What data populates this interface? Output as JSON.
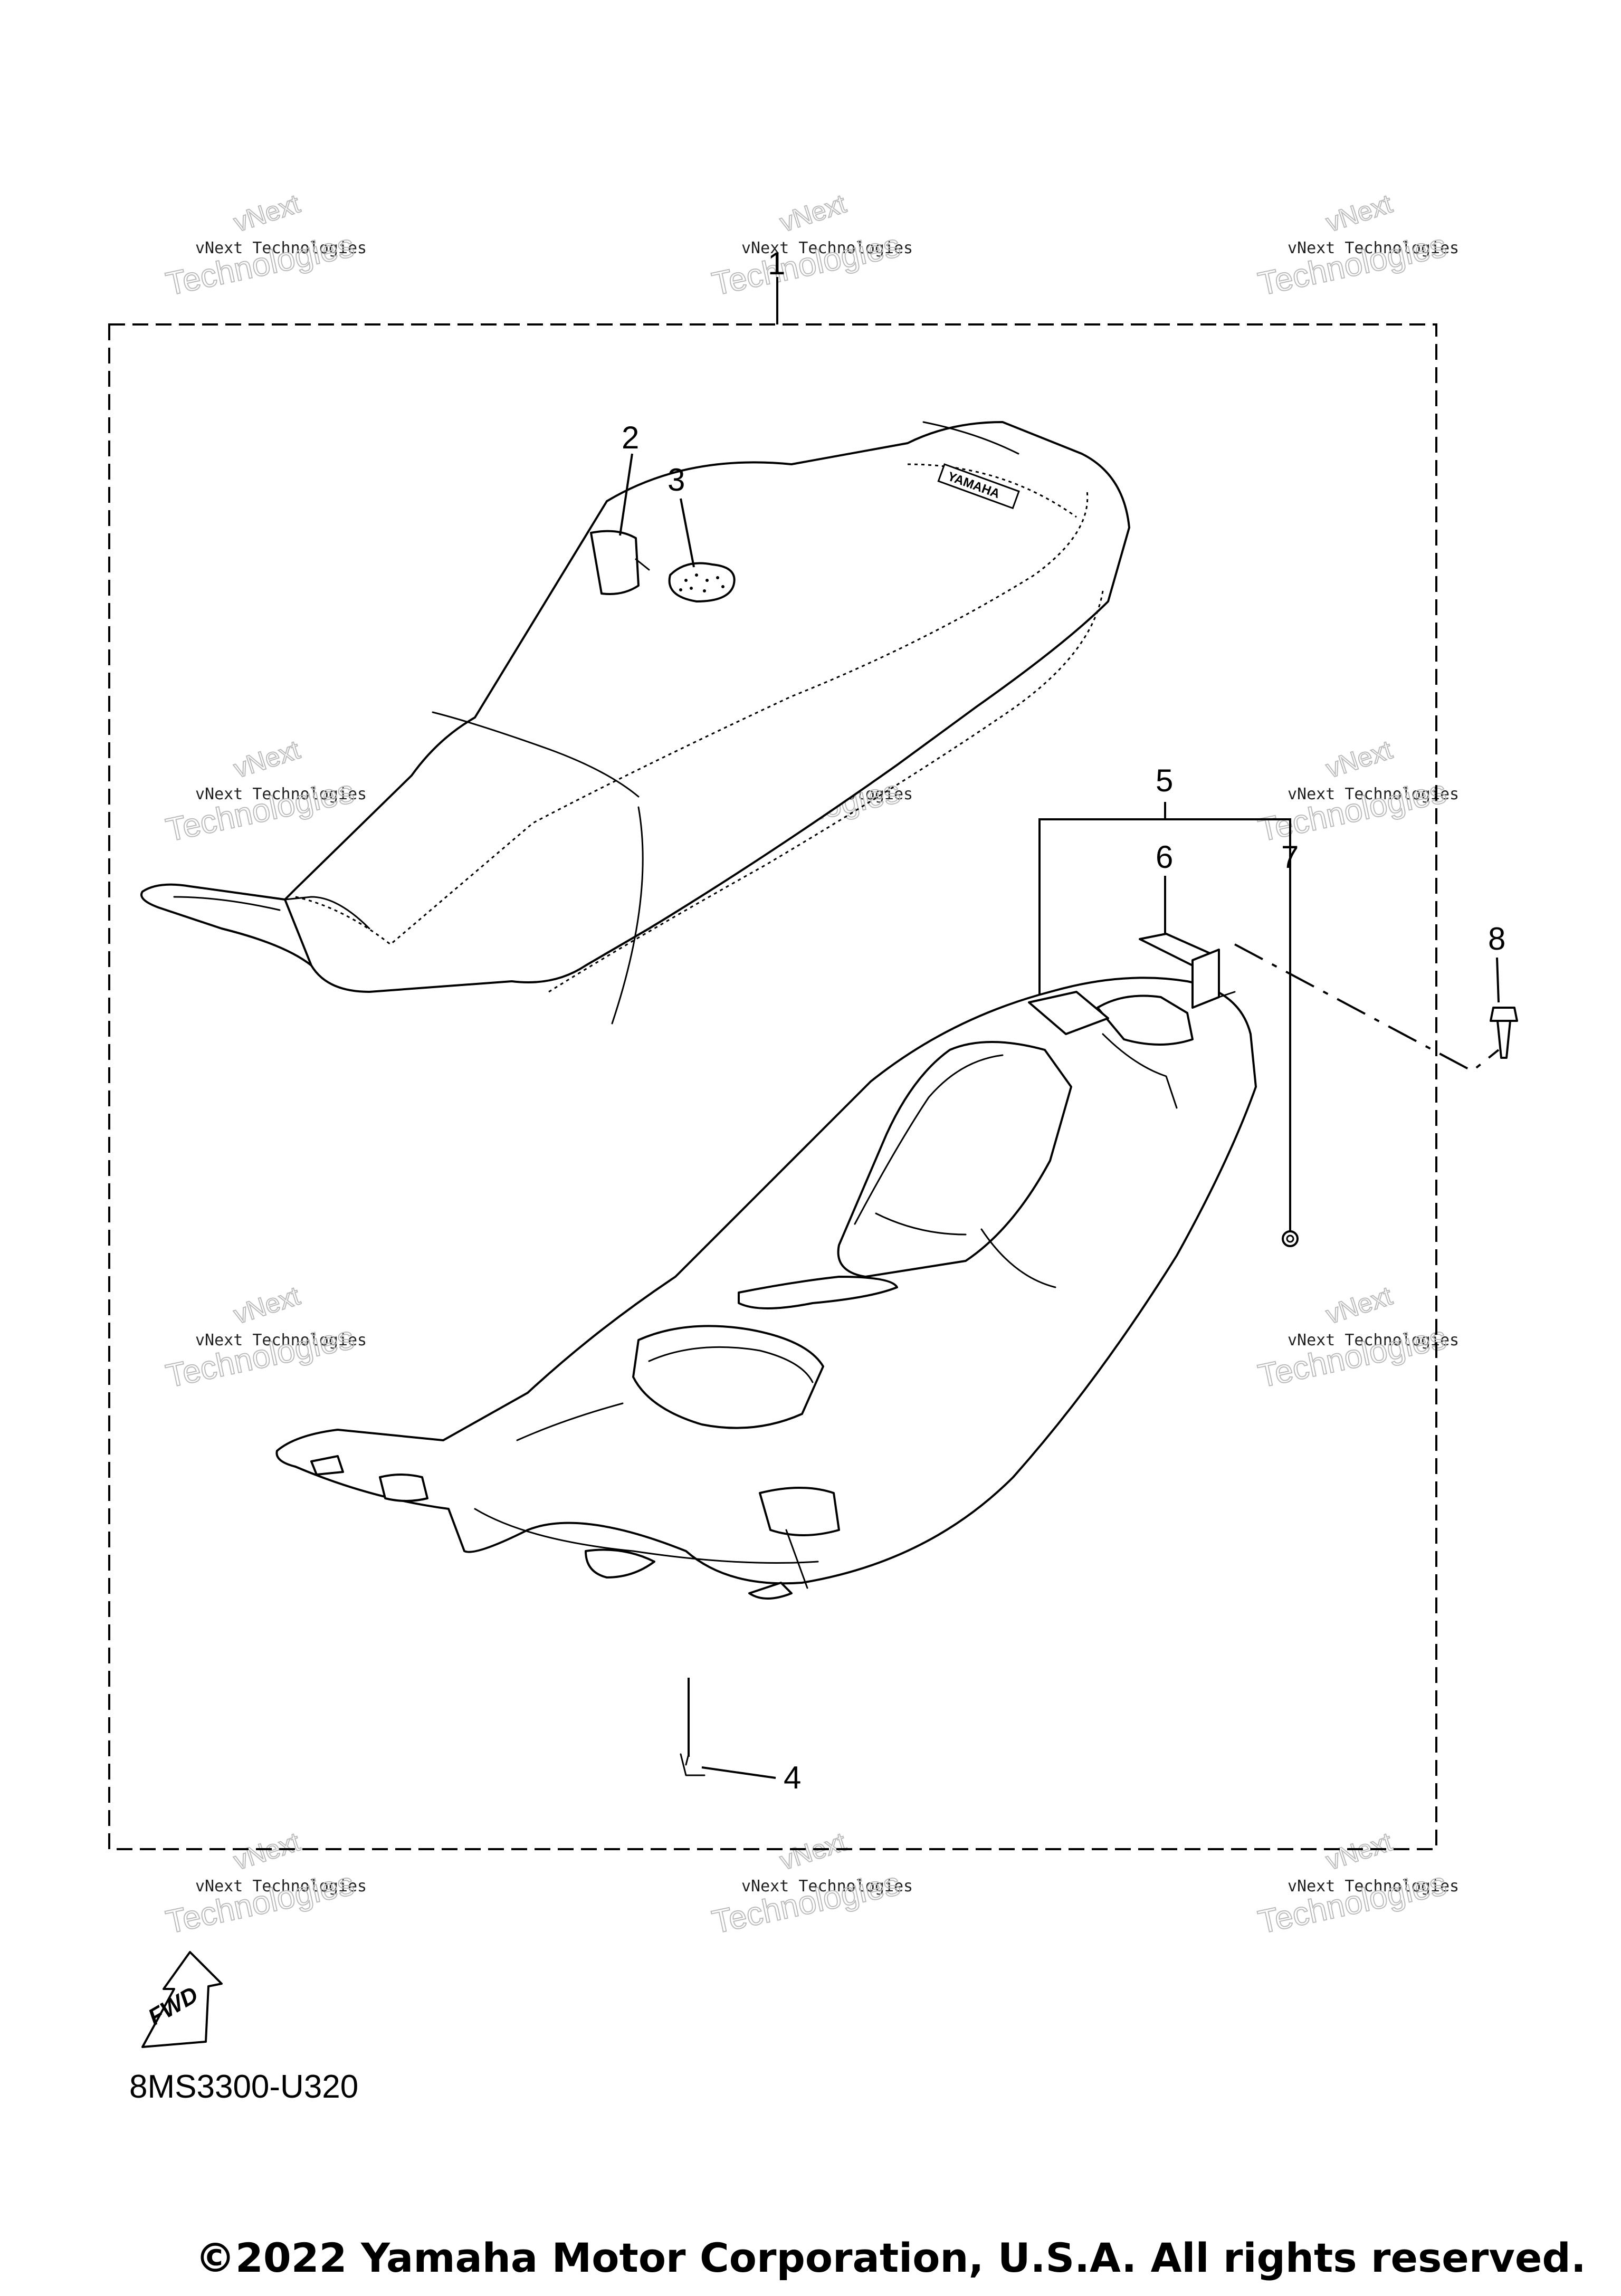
{
  "diagram": {
    "callouts": [
      "1",
      "2",
      "3",
      "4",
      "5",
      "6",
      "7",
      "8"
    ],
    "watermark": {
      "line1": "vNext Technologies",
      "arc": "vNext",
      "big": "Technologies"
    },
    "fwd_label": "FWD",
    "diagram_code": "8MS3300-U320",
    "seat_logo_text": "YAMAHA",
    "copyright": "©2022 Yamaha Motor Corporation, U.S.A. All rights reserved."
  }
}
